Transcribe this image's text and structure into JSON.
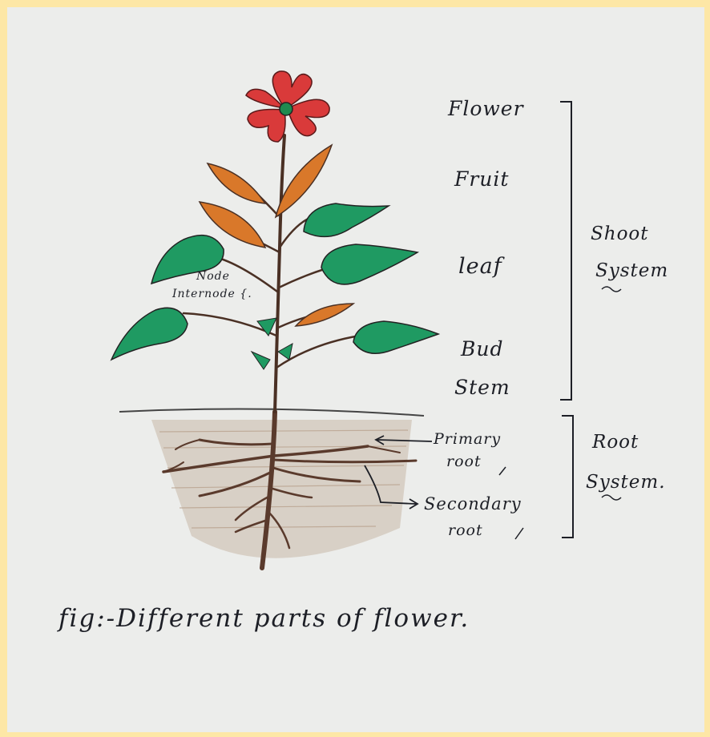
{
  "labels": {
    "flower": "Flower",
    "fruit": "Fruit",
    "leaf": "leaf",
    "bud": "Bud",
    "stem": "Stem",
    "shoot_line1": "Shoot",
    "shoot_line2": "System",
    "root_line1": "Root",
    "root_line2": "System.",
    "primary_line1": "Primary",
    "primary_line2": "root",
    "secondary_line1": "Secondary",
    "secondary_line2": "root",
    "node": "Node",
    "internode": "Internode {.",
    "caption": "fig:-Different parts of flower."
  },
  "colors": {
    "paper": "#ecedeb",
    "border": "#fde7a6",
    "petal": "#d93a3a",
    "flower_center": "#1f8a4f",
    "leaf_green": "#1f9a62",
    "leaf_orange": "#d9782a",
    "stem": "#4a3024",
    "root": "#5a3a2c",
    "soil": "#c9b8a7",
    "ink": "#1d1f26"
  }
}
